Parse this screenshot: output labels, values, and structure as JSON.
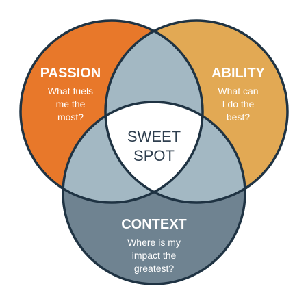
{
  "diagram": {
    "passion": {
      "title": "PASSION",
      "lines": [
        "What fuels",
        "me the",
        "most?"
      ],
      "color": "#E8782A"
    },
    "ability": {
      "title": "ABILITY",
      "lines": [
        "What can",
        "I do the",
        "best?"
      ],
      "color": "#E2A954"
    },
    "context": {
      "title": "CONTEXT",
      "lines": [
        "Where is my",
        "impact the",
        "greatest?"
      ],
      "color": "#6F8391"
    },
    "center": {
      "lines": [
        "SWEET",
        "SPOT"
      ],
      "color": "#FFFFFF",
      "text_color": "#2F3F4F"
    },
    "overlap_color": "#A3B8C3",
    "outline_color": "#1F3343"
  }
}
